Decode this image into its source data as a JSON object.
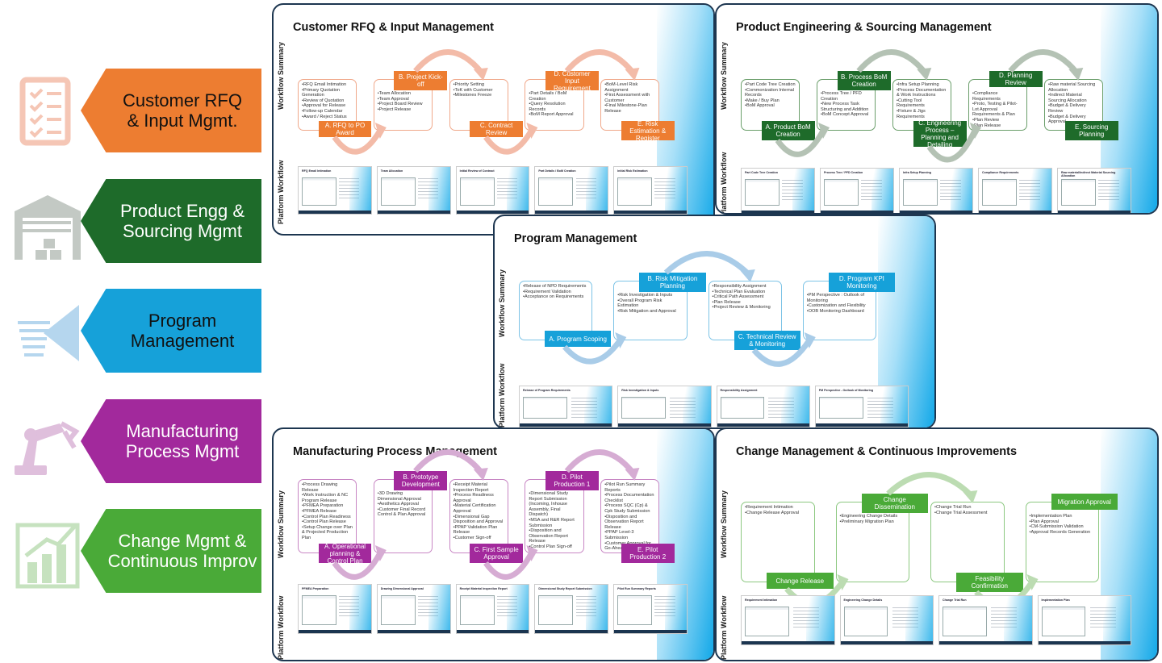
{
  "sidebar": [
    {
      "label": "Customer RFQ\n& Input Mgmt.",
      "color": "#ed7d31",
      "text_color": "#111111",
      "icon": "checklist-icon",
      "icon_color": "#f5c6b5"
    },
    {
      "label": "Product Engg  &\nSourcing Mgmt",
      "color": "#1e6b2a",
      "text_color": "#ffffff",
      "icon": "warehouse-icon",
      "icon_color": "#c3c9c4"
    },
    {
      "label": "Program\nManagement",
      "color": "#16a1d9",
      "text_color": "#111111",
      "icon": "speed-lines-icon",
      "icon_color": "#b5d6ee"
    },
    {
      "label": "Manufacturing\nProcess Mgmt",
      "color": "#a2299c",
      "text_color": "#ffffff",
      "icon": "robot-arm-icon",
      "icon_color": "#dfbfdc"
    },
    {
      "label": "Change Mgmt &\nContinuous Improv",
      "color": "#4aaa38",
      "text_color": "#ffffff",
      "icon": "growth-chart-icon",
      "icon_color": "#c6e2bf"
    }
  ],
  "labels": {
    "workflow_summary": "Workflow Summary",
    "platform_workflow": "Platform Workflow"
  },
  "panels": [
    {
      "id": "rfq",
      "title": "Customer RFQ & Input Management",
      "header_color": "#ed7d31",
      "border_color": "#f0a88a",
      "arc_color": "#f3bba8",
      "steps": [
        {
          "label": "A. RFQ to PO Award",
          "items": [
            "RFQ Email Intimation",
            "Primary Quotation Generation",
            "Review of Quotation",
            "Approval for Release",
            "Follow-up Calendar",
            "Award / Reject Status"
          ]
        },
        {
          "label": "B. Project Kick-off",
          "items": [
            "Team Allocation",
            "Team Approval",
            "Project Board Review",
            "Project Release"
          ]
        },
        {
          "label": "C. Contract Review",
          "items": [
            "Priority Setting",
            "ToK with Customer",
            "Milestones Freeze"
          ]
        },
        {
          "label": "D. Customer Input Requirement",
          "items": [
            "Part Details / BoM Creation",
            "Query Resolution Records",
            "BoM Report Approval"
          ]
        },
        {
          "label": "E. Risk Estimation & Register",
          "items": [
            "BoM-Level Risk Assignment",
            "First Assessment with Customer",
            "Final Milestone-Plan Release"
          ]
        }
      ],
      "thumbnails": [
        "RFQ Email Intimation",
        "Team Allocation",
        "Initial Review of Contract",
        "Part Details / BoM Creation",
        "Initial Risk Estimation"
      ]
    },
    {
      "id": "pe",
      "title": "Product Engineering & Sourcing Management",
      "header_color": "#1e6b2a",
      "border_color": "#6a9e6a",
      "arc_color": "#b4c2b4",
      "steps": [
        {
          "label": "A. Product BoM Creation",
          "items": [
            "Part Code Tree Creation",
            "Commonization Internal Records",
            "Make / Buy Plan",
            "BoM Approval"
          ]
        },
        {
          "label": "B. Process BoM Creation",
          "items": [
            "Process Tree / PFD Creation",
            "New Process Task Structuring and Addition",
            "BoM Concept Approval"
          ]
        },
        {
          "label": "C. Engineering Process – Planning and Detailing",
          "items": [
            "Infra Setup Planning",
            "Process Documentation & Work Instructions",
            "Cutting Tool Requirements",
            "Fixture & Jigs Requirements"
          ]
        },
        {
          "label": "D. Planning Review",
          "items": [
            "Compliance Requirements",
            "Proto, Testing & Pilot-Lot Approval Requirements & Plan",
            "Plan Review",
            "Plan Release"
          ]
        },
        {
          "label": "E. Sourcing Planning",
          "items": [
            "Raw material Sourcing Allocation",
            "Indirect Material Sourcing Allocation",
            "Budget & Delivery Review",
            "Budget & Delivery Approval"
          ]
        }
      ],
      "thumbnails": [
        "Part Code Tree Creation",
        "Process Tree / PFD Creation",
        "Infra Setup Planning",
        "Compliance Requirements",
        "Raw material/Indirect Material Sourcing Allocation"
      ]
    },
    {
      "id": "pm",
      "title": "Program Management",
      "header_color": "#16a1d9",
      "border_color": "#7cc3e6",
      "arc_color": "#a9cce8",
      "steps": [
        {
          "label": "A. Program Scoping",
          "items": [
            "Release of NPD Requirements",
            "Requirement Validation",
            "Acceptance on Requirements"
          ]
        },
        {
          "label": "B. Risk Mitigation Planning",
          "items": [
            "Risk Investigation & Inputs",
            "Overall Program Risk Estimation",
            "Risk Mitigation and Approval"
          ]
        },
        {
          "label": "C. Technical Review & Monitoring",
          "items": [
            "Responsibility Assignment",
            "Technical Plan Evaluation",
            "Critical Path Assessment",
            "Plan Release",
            "Project Review & Monitoring"
          ]
        },
        {
          "label": "D. Program KPI Monitoring",
          "items": [
            "PM Perspective : Outlook of Monitoring",
            "Customization and Flexibility",
            "OOB Monitoring Dashboard"
          ]
        }
      ],
      "thumbnails": [
        "Release of Program Requirements",
        "Risk Investigation & Inputs",
        "Responsibility Assignment",
        "PM Perspective - Outlook of Monitoring"
      ]
    },
    {
      "id": "mfg",
      "title": "Manufacturing Process Management",
      "header_color": "#a2299c",
      "border_color": "#c886c4",
      "arc_color": "#d6acd3",
      "steps": [
        {
          "label": "A. Operational planning & Control Plan",
          "items": [
            "Process Drawing Release",
            "Work Instruction & NC Program Release",
            "PFMEA Preparation",
            "PFMEA Release",
            "Control Plan Readiness",
            "Control Plan Release",
            "Setup Change over Plan & Projected Production Plan"
          ]
        },
        {
          "label": "B. Prototype Development",
          "items": [
            "3D Drawing Dimensional Approval",
            "Aesthetics Approval",
            "Customer Final Record Control & Plan Approval"
          ]
        },
        {
          "label": "C. First Sample Approval",
          "items": [
            "Receipt Material Inspection Report",
            "Process Readiness Approval",
            "Material Certification Approval",
            "Dimensional Gap Disposition and Approval",
            "PPAP Validation Plan Release",
            "Customer Sign-off"
          ]
        },
        {
          "label": "D. Pilot Production 1",
          "items": [
            "Dimensional Study Report Submission (Incoming, Inhouse Assembly, Final Dispatch)",
            "MSA and R&R Report Submission",
            "Disposition and Observation Report Release",
            "Control Plan Sign-off"
          ]
        },
        {
          "label": "E. Pilot Production 2",
          "items": [
            "Pilot Run Summary Reports",
            "Process Documentation Checklist",
            "Process SQC (Cp) & Cpk Study Submission",
            "Disposition and Observation Report Release",
            "PPAP Level-3 Submission",
            "Customer Approval for Go-Ahead"
          ]
        }
      ],
      "thumbnails": [
        "PFMEA Preparation",
        "Drawing Dimensional Approval",
        "Receipt Material Inspection Report",
        "Dimensional Study Report Submission",
        "Pilot Run Summary Reports"
      ]
    },
    {
      "id": "cm",
      "title": "Change Management & Continuous Improvements",
      "header_color": "#4aaa38",
      "border_color": "#8cc880",
      "arc_color": "#bcdcb2",
      "steps": [
        {
          "label": "Change Release",
          "items": [
            "Requirement Intimation",
            "Change Release Approval"
          ]
        },
        {
          "label": "Change Dissemination",
          "items": [
            "Engineering Change Details",
            "Preliminary Migration Plan"
          ]
        },
        {
          "label": "Feasibility Confirmation",
          "items": [
            "Change Trial Run",
            "Change Trial Assessment"
          ]
        },
        {
          "label": "Migration Approval",
          "items": [
            "Implementation Plan",
            "Plan Approval",
            "CM-Submission Validation",
            "Approval Records Generation"
          ]
        }
      ],
      "thumbnails": [
        "Requirement Intimation",
        "Engineering Change Details",
        "Change Trial Run",
        "Implementation Plan"
      ]
    }
  ]
}
